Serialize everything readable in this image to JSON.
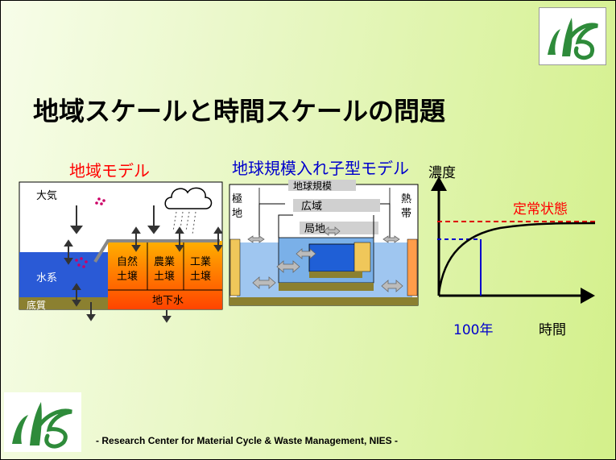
{
  "title": "地域スケールと時間スケールの問題",
  "footer": "- Research Center for Material Cycle & Waste Management, NIES -",
  "regional_model": {
    "heading": "地域モデル",
    "atmosphere": "大気",
    "water_system": "水系",
    "sediment": "底質",
    "natural_soil": [
      "自然",
      "土壌"
    ],
    "agricultural_soil": [
      "農業",
      "土壌"
    ],
    "industrial_soil": [
      "工業",
      "土壌"
    ],
    "groundwater": "地下水"
  },
  "global_model": {
    "heading": "地球規模入れ子型モデル",
    "global_scale": "地球規模",
    "wide_area": "広域",
    "local": "局地",
    "polar": [
      "極",
      "地"
    ],
    "tropical": [
      "熱",
      "帯"
    ]
  },
  "time_graph": {
    "ylabel": "濃度",
    "xlabel": "時間",
    "steady_state": "定常状態",
    "year_mark": "100年"
  },
  "colors": {
    "title_red": "#ff0000",
    "heading_blue": "#0000cc",
    "water": "#2a5ad6",
    "soil": "#ff9900",
    "sediment": "#8b8030"
  },
  "icons": [
    "nies-logo",
    "cloud-icon",
    "arrow-icon"
  ]
}
